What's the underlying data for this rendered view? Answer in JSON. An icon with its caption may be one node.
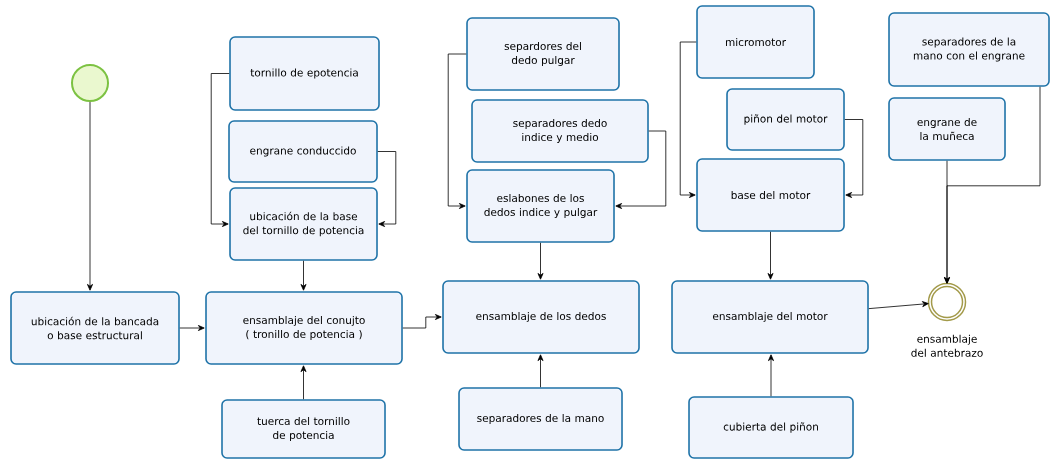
{
  "diagram": {
    "nodes": [
      {
        "text": [],
        "shape": "circle"
      },
      {
        "text": [
          "tornillo  de epotencia"
        ]
      },
      {
        "text": [
          "engrane conduccido"
        ]
      },
      {
        "text": [
          "ubicación de la base del tornillo de potencia"
        ]
      },
      {
        "text": [
          "ubicación de la bancada o base estructural"
        ]
      },
      {
        "text": [
          "ensamblaje  del conujto ( tronillo de potencia )"
        ]
      },
      {
        "text": [
          "tuerca del tornillo de potencia"
        ]
      },
      {
        "text": [
          "separdores  del dedo pulgar"
        ]
      },
      {
        "text": [
          "separadores dedo indice y medio"
        ]
      },
      {
        "text": [
          "eslabones de los dedos indice y pulgar"
        ]
      },
      {
        "text": [
          "ensamblaje  de los dedos"
        ]
      },
      {
        "text": [
          "separadores  de la mano"
        ]
      },
      {
        "text": [
          "micromotor"
        ]
      },
      {
        "text": [
          "piñon del motor"
        ]
      },
      {
        "text": [
          "base del motor"
        ]
      },
      {
        "text": [
          "ensamblaje  del motor"
        ]
      },
      {
        "text": [
          "cubierta del piñon"
        ]
      },
      {
        "text": [
          "separadores  de la mano con el engrane"
        ]
      },
      {
        "text": [
          "engrane de la muñeca"
        ]
      },
      {
        "text": [],
        "shape": "circle",
        "beside": [
          "ensamblaje del antebrazo"
        ]
      }
    ],
    "edges": [
      {
        "from": 0,
        "to": 4,
        "arrow": "to"
      },
      {
        "from": 1,
        "to": 3,
        "arrow": "to"
      },
      {
        "from": 2,
        "to": 3,
        "arrow": "to"
      },
      {
        "from": 3,
        "to": 5,
        "arrow": "to"
      },
      {
        "from": 4,
        "to": 5,
        "arrow": "to"
      },
      {
        "from": 6,
        "to": 5,
        "arrow": "to"
      },
      {
        "from": 5,
        "to": 10,
        "arrow": "to"
      },
      {
        "from": 7,
        "to": 9,
        "arrow": "to"
      },
      {
        "from": 8,
        "to": 9,
        "arrow": "to"
      },
      {
        "from": 9,
        "to": 10,
        "arrow": "to"
      },
      {
        "from": 11,
        "to": 10,
        "arrow": "to"
      },
      {
        "from": 12,
        "to": 14,
        "arrow": "to"
      },
      {
        "from": 13,
        "to": 14,
        "arrow": "to"
      },
      {
        "from": 14,
        "to": 15,
        "arrow": "to"
      },
      {
        "from": 16,
        "to": 15,
        "arrow": "to"
      },
      {
        "from": 15,
        "to": 19,
        "arrow": "to"
      },
      {
        "from": 17,
        "to": 19,
        "arrow": "to"
      },
      {
        "from": 18,
        "to": 19,
        "arrow": "to"
      }
    ]
  }
}
